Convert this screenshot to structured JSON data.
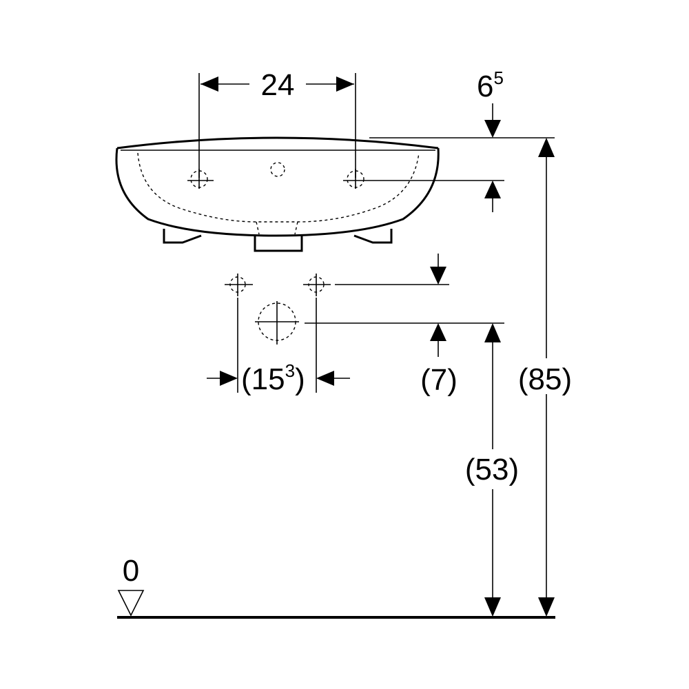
{
  "dimensions": {
    "tap_hole_spacing": "24",
    "rim_offset_main": "6",
    "rim_offset_sup": "5",
    "supply_spacing_prefix": "(15",
    "supply_spacing_sup": "3",
    "supply_spacing_suffix": ")",
    "supply_offset": "(7)",
    "waste_height": "(53)",
    "total_height": "(85)",
    "floor_level": "0"
  },
  "colors": {
    "line": "#000000",
    "background": "#ffffff"
  }
}
